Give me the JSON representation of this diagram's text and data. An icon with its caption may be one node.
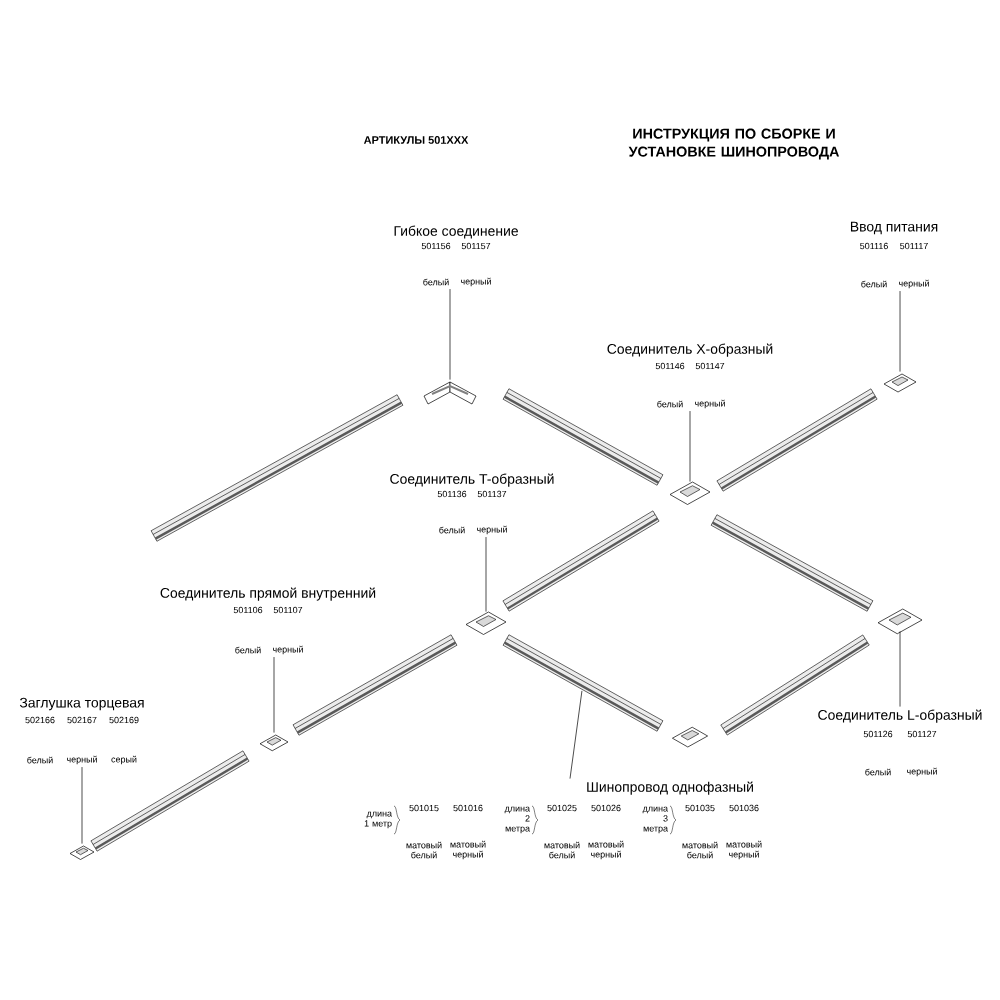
{
  "diagram": {
    "title": "ИНСТРУКЦИЯ ПО СБОРКЕ И УСТАНОВКЕ ШИНОПРОВОДА",
    "nodes": [
      {
        "text": [
          "Гибкое соединение",
          "501156",
          "501157",
          "белый",
          "черный"
        ]
      },
      {
        "text": [],
        "shape": "picture"
      },
      {
        "text": [
          "Ввод питания",
          "501116",
          "501117",
          "белый",
          "черный"
        ]
      },
      {
        "text": [],
        "shape": "picture"
      },
      {
        "text": [
          "Соединитель X-образный",
          "501146",
          "501147",
          "белый",
          "черный"
        ]
      },
      {
        "text": [],
        "shape": "picture"
      },
      {
        "text": [
          "Соединитель T-образный",
          "501136",
          "501137",
          "белый",
          "черный"
        ]
      },
      {
        "text": [],
        "shape": "picture"
      },
      {
        "text": [
          "Соединитель прямой внутренний",
          "501106",
          "501107",
          "белый",
          "черный"
        ]
      },
      {
        "text": [],
        "shape": "picture"
      },
      {
        "text": [
          "Заглушка торцевая",
          "502166",
          "502167",
          "502169",
          "белый",
          "черный",
          "серый"
        ]
      },
      {
        "text": [],
        "shape": "picture"
      },
      {
        "text": [
          "Соединитель L-образный",
          "501126",
          "501127",
          "белый",
          "черный"
        ]
      },
      {
        "text": [],
        "shape": "picture"
      },
      {
        "text": [
          "Шинопровод однофазный",
          "длина 1 метр",
          "501015",
          "501016",
          "матовый белый",
          "матовый черный",
          "длина 2 метра",
          "501025",
          "501026",
          "матовый белый",
          "матовый черный",
          "длина 3 метра",
          "501035",
          "501036",
          "матовый белый",
          "матовый черный"
        ]
      },
      {
        "text": [],
        "shape": "picture"
      }
    ],
    "edges": [
      {
        "from": 0,
        "to": 1,
        "arrow": "none"
      },
      {
        "from": 2,
        "to": 3,
        "arrow": "none"
      },
      {
        "from": 4,
        "to": 5,
        "arrow": "none"
      },
      {
        "from": 6,
        "to": 7,
        "arrow": "none"
      },
      {
        "from": 8,
        "to": 9,
        "arrow": "none"
      },
      {
        "from": 10,
        "to": 11,
        "arrow": "none"
      },
      {
        "from": 12,
        "to": 13,
        "arrow": "none"
      },
      {
        "from": 14,
        "to": 15,
        "arrow": "none"
      }
    ],
    "labels": [
      "АРТИКУЛЫ 501XXX"
    ]
  }
}
